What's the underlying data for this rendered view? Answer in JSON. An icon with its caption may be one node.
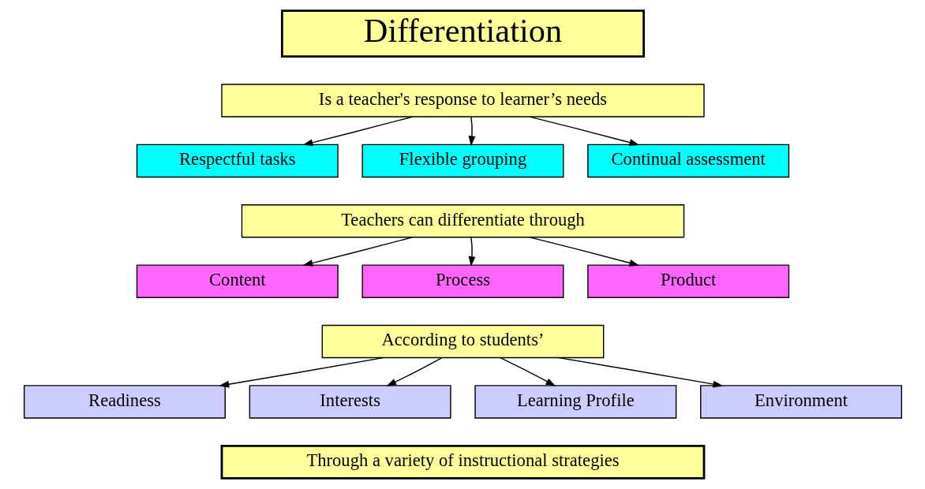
{
  "diagram": {
    "nodes": [
      {
        "text": [
          "Differentiation"
        ]
      },
      {
        "text": [
          "Is a teacher's response to learner’s needs"
        ]
      },
      {
        "text": [
          "Respectful tasks"
        ]
      },
      {
        "text": [
          "Flexible grouping"
        ]
      },
      {
        "text": [
          "Continual assessment"
        ]
      },
      {
        "text": [
          "Teachers can differentiate through"
        ]
      },
      {
        "text": [
          "Content"
        ]
      },
      {
        "text": [
          "Process"
        ]
      },
      {
        "text": [
          "Product"
        ]
      },
      {
        "text": [
          "According to students’"
        ]
      },
      {
        "text": [
          "Readiness"
        ]
      },
      {
        "text": [
          "Interests"
        ]
      },
      {
        "text": [
          "Learning Profile"
        ]
      },
      {
        "text": [
          "Environment"
        ]
      },
      {
        "text": [
          "Through a variety of instructional strategies"
        ]
      }
    ],
    "edges": [
      {
        "from": 1,
        "to": 2,
        "arrow": "to"
      },
      {
        "from": 1,
        "to": 3,
        "arrow": "to"
      },
      {
        "from": 1,
        "to": 4,
        "arrow": "to"
      },
      {
        "from": 5,
        "to": 6,
        "arrow": "to"
      },
      {
        "from": 5,
        "to": 7,
        "arrow": "to"
      },
      {
        "from": 5,
        "to": 8,
        "arrow": "to"
      },
      {
        "from": 9,
        "to": 10,
        "arrow": "to"
      },
      {
        "from": 9,
        "to": 11,
        "arrow": "to"
      },
      {
        "from": 9,
        "to": 12,
        "arrow": "to"
      },
      {
        "from": 9,
        "to": 13,
        "arrow": "to"
      }
    ]
  }
}
